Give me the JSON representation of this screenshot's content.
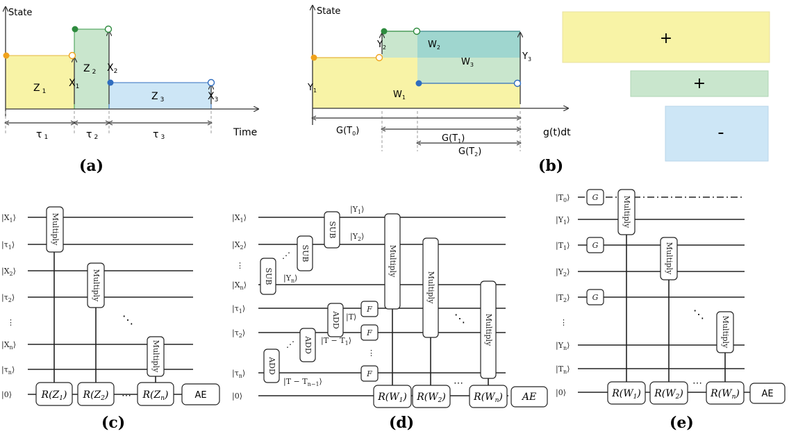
{
  "panels": {
    "a": {
      "label": "(a)",
      "y_axis": "State",
      "x_axis": "Time",
      "regions": [
        "Z",
        "Z",
        "Z"
      ],
      "region_subs": [
        "1",
        "2",
        "3"
      ],
      "heights": [
        "X",
        "X",
        "X"
      ],
      "height_subs": [
        "1",
        "2",
        "3"
      ],
      "durations": [
        "τ",
        "τ",
        "τ"
      ],
      "duration_subs": [
        "1",
        "2",
        "3"
      ]
    },
    "b": {
      "label": "(b)",
      "y_axis": "State",
      "x_axis": "g(t)dt",
      "levels": [
        "Y",
        "Y",
        "Y"
      ],
      "level_subs": [
        "1",
        "2",
        "3"
      ],
      "areas": [
        "W",
        "W",
        "W"
      ],
      "area_subs": [
        "1",
        "2",
        "3"
      ],
      "intervals": [
        "G(T",
        "G(T",
        "G(T"
      ],
      "interval_subs": [
        "0",
        "1",
        "2"
      ],
      "interval_close": ")",
      "signs": [
        "+",
        "+",
        "-"
      ]
    },
    "c": {
      "label": "(c)",
      "inputs": [
        "|X",
        "|τ",
        "|X",
        "|τ",
        "⋮",
        "|X",
        "|τ",
        "|0⟩"
      ],
      "input_subs": [
        "1",
        "1",
        "2",
        "2",
        "",
        "n",
        "n",
        ""
      ],
      "multiply": "Multiply",
      "rotation_prefix": "R(Z",
      "rotation_subs": [
        "1",
        "2",
        "n"
      ],
      "ellipsis": "⋯",
      "diag_dots": "⋱",
      "ae": "AE"
    },
    "d": {
      "label": "(d)",
      "inputs": [
        "|X",
        "|X",
        "⋮",
        "|X",
        "|τ",
        "|τ",
        "⋮",
        "|τ",
        "|0⟩"
      ],
      "input_subs": [
        "1",
        "2",
        "",
        "n",
        "1",
        "2",
        "",
        "n",
        ""
      ],
      "sub": "SUB",
      "add": "ADD",
      "f": "F",
      "multiply": "Multiply",
      "y_outs": [
        "|Y",
        "|Y",
        "|Y"
      ],
      "y_out_subs": [
        "1",
        "2",
        "n"
      ],
      "t_outs": [
        "|T⟩",
        "|T − T",
        "|T − T"
      ],
      "t_out_subs": [
        "",
        "1",
        "n−1"
      ],
      "rotation_prefix": "R(W",
      "rotation_subs": [
        "1",
        "2",
        "n"
      ],
      "ellipsis": "⋯",
      "diag_dots": "⋱",
      "ae": "AE"
    },
    "e": {
      "label": "(e)",
      "inputs": [
        "|T",
        "|Y",
        "|T",
        "|Y",
        "|T",
        "⋮",
        "|Y",
        "|T",
        "|0⟩"
      ],
      "input_subs": [
        "0",
        "1",
        "1",
        "2",
        "2",
        "",
        "n",
        "n",
        ""
      ],
      "g": "G",
      "multiply": "Multiply",
      "rotation_prefix": "R(W",
      "rotation_subs": [
        "1",
        "2",
        "n"
      ],
      "ellipsis": "⋯",
      "diag_dots": "⋱",
      "ae": "AE"
    }
  },
  "colors": {
    "yellow": "#f8f3a6",
    "green": "#c9e6cd",
    "teal": "#9fd6cf",
    "blue": "#cde6f6",
    "orange_dot": "#f0a21c",
    "green_dot": "#2e8b3e",
    "blue_dot": "#2f6dbf"
  }
}
